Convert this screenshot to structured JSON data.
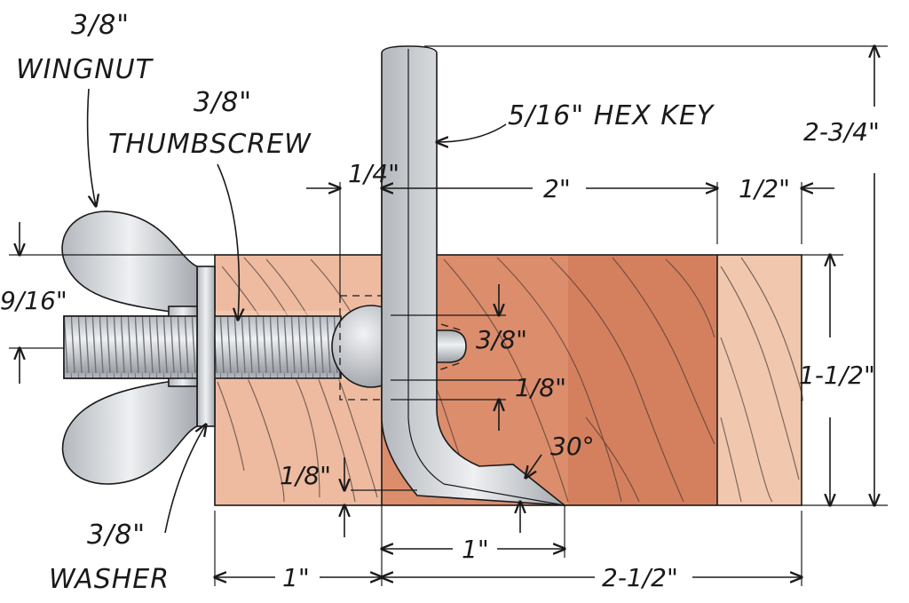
{
  "labels": {
    "wingnut_size": "3/8\"",
    "wingnut": "WINGNUT",
    "thumbscrew_size": "3/8\"",
    "thumbscrew": "THUMBSCREW",
    "hexkey": "5/16\" HEX KEY",
    "washer_size": "3/8\"",
    "washer": "WASHER"
  },
  "dimensions": {
    "d_quarter": "1/4\"",
    "d_two": "2\"",
    "d_half": "1/2\"",
    "d_two_three_quarter": "2-3/4\"",
    "d_nine_sixteenths": "9/16\"",
    "d_three_eighths": "3/8\"",
    "d_one_eighth_right": "1/8\"",
    "d_one_and_half": "1-1/2\"",
    "d_thirty": "30°",
    "d_one_eighth_left": "1/8\"",
    "d_one_inner": "1\"",
    "d_one_bottom": "1\"",
    "d_two_and_half": "2-1/2\""
  },
  "colors": {
    "wood_light": "#eebba0",
    "wood_dark": "#d47e5e",
    "steel": "#cfd2d6"
  }
}
